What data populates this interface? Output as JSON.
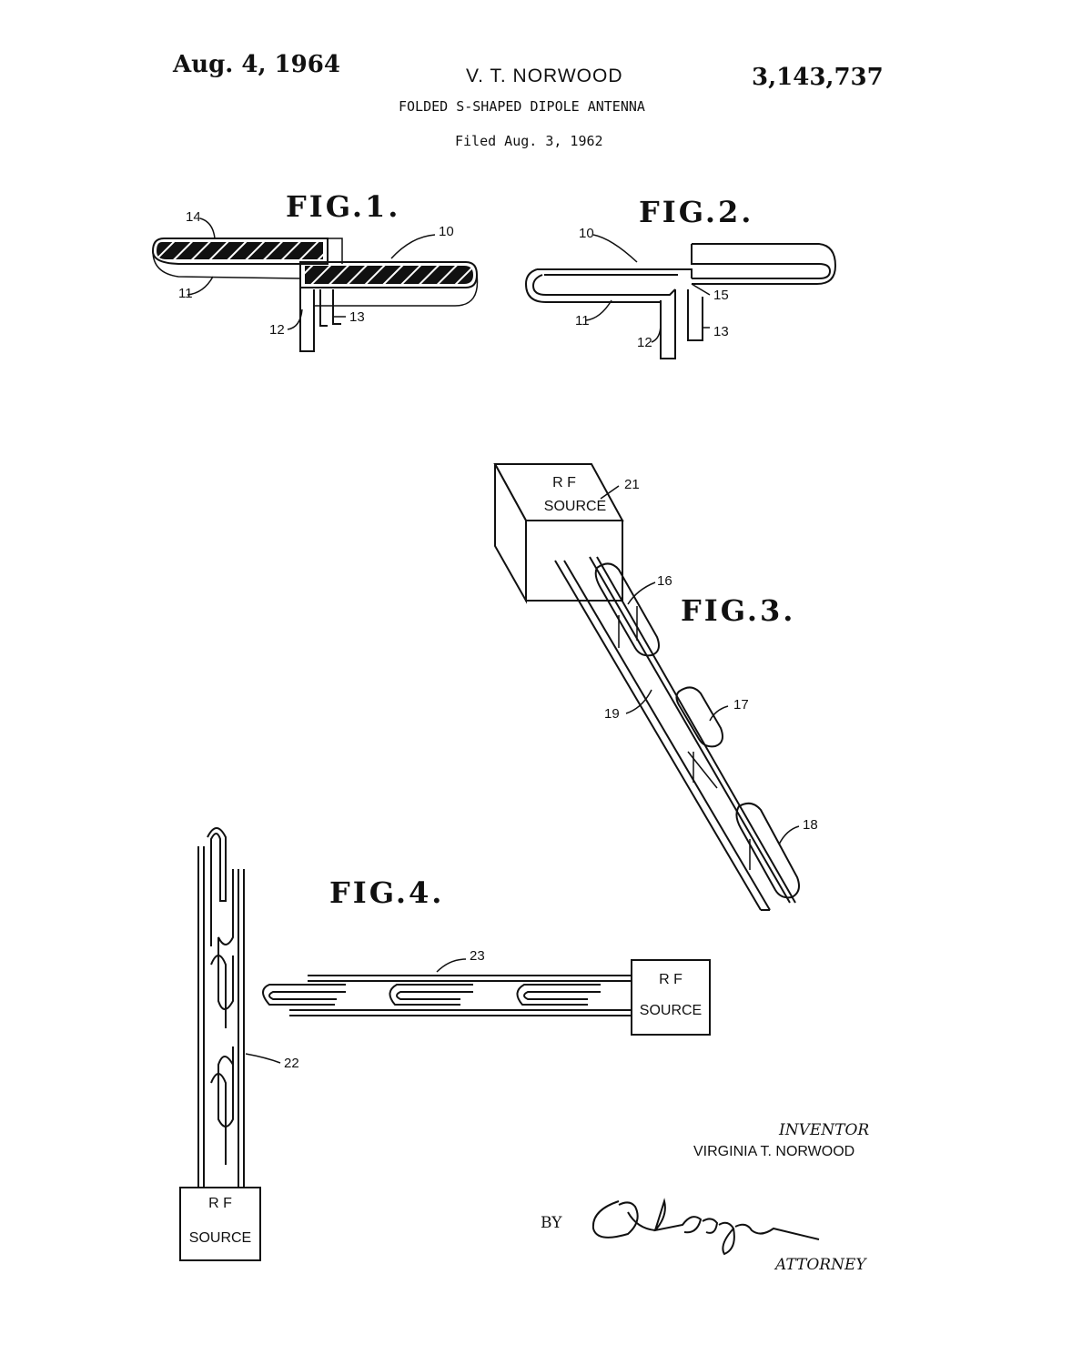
{
  "header": {
    "date": "Aug. 4, 1964",
    "inventor_name": "V. T. NORWOOD",
    "patent_number": "3,143,737",
    "title": "FOLDED S-SHAPED DIPOLE ANTENNA",
    "filed": "Filed Aug. 3, 1962"
  },
  "figures": {
    "fig1": {
      "label": "FIG.1.",
      "refs": [
        "14",
        "10",
        "11",
        "12",
        "13"
      ]
    },
    "fig2": {
      "label": "FIG.2.",
      "refs": [
        "10",
        "15",
        "11",
        "12",
        "13"
      ]
    },
    "fig3": {
      "label": "FIG.3.",
      "source_line1": "R F",
      "source_line2": "SOURCE",
      "refs": [
        "21",
        "16",
        "17",
        "19",
        "18"
      ]
    },
    "fig4": {
      "label": "FIG.4.",
      "source_line1": "R F",
      "source_line2": "SOURCE",
      "refs": [
        "23",
        "22"
      ]
    }
  },
  "footer": {
    "inventor_label": "INVENTOR",
    "inventor_full": "VIRGINIA T. NORWOOD",
    "by": "BY",
    "signature": "R Hodges",
    "attorney": "ATTORNEY"
  }
}
